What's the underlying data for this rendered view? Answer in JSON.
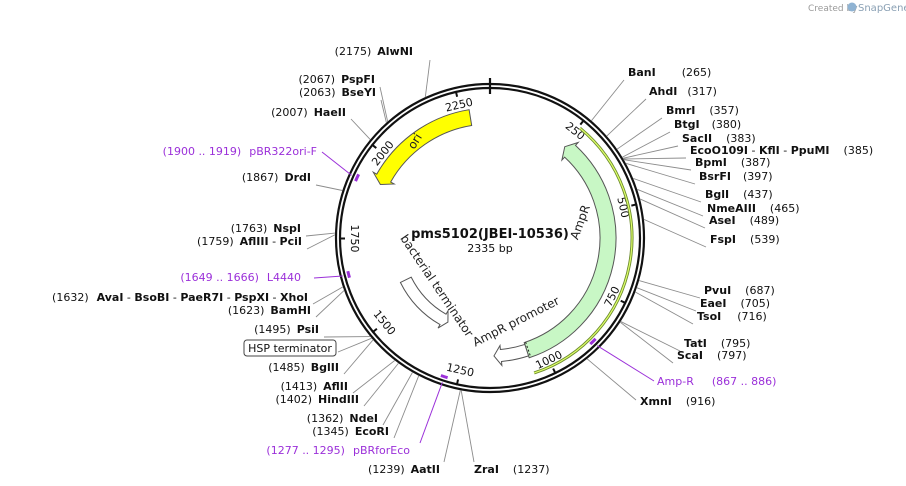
{
  "app": {
    "credit_prefix": "Created by",
    "credit_brand": "SnapGene"
  },
  "plasmid": {
    "name": "pms5102(JBEI-10536)",
    "size_label": "2335 bp",
    "length": 2335
  },
  "ticks": [
    {
      "pos": 250,
      "label": "250"
    },
    {
      "pos": 500,
      "label": "500"
    },
    {
      "pos": 750,
      "label": "750"
    },
    {
      "pos": 1000,
      "label": "1000"
    },
    {
      "pos": 1250,
      "label": "1250"
    },
    {
      "pos": 1500,
      "label": "1500"
    },
    {
      "pos": 1750,
      "label": "1750"
    },
    {
      "pos": 2000,
      "label": "2000"
    },
    {
      "pos": 2250,
      "label": "2250"
    }
  ],
  "features": [
    {
      "name": "ori",
      "label": "ori",
      "color": "#ffff00",
      "stroke": "#555555",
      "start": 1920,
      "end": 2275,
      "direction": "reverse"
    },
    {
      "name": "AmpR",
      "label": "AmpR",
      "color": "#c8f7c5",
      "stroke": "#555555",
      "start": 255,
      "end": 1050,
      "direction": "reverse"
    },
    {
      "name": "AmpR promoter",
      "label": "AmpR promoter",
      "color": "#ffffff",
      "stroke": "#555555",
      "start": 1050,
      "end": 1155,
      "direction": "forward"
    },
    {
      "name": "bacterial terminator",
      "label": "bacterial terminator",
      "color": "#ffffff",
      "stroke": "#555555",
      "start": 1340,
      "end": 1580,
      "direction": "reverse"
    }
  ],
  "labels_right": [
    {
      "site": "BanI",
      "pos": "(265)"
    },
    {
      "site": "AhdI",
      "pos": "(317)"
    },
    {
      "site": "BmrI",
      "pos": "(357)"
    },
    {
      "site": "BtgI",
      "pos": "(380)"
    },
    {
      "site": "SacII",
      "pos": "(383)"
    },
    {
      "site": "EcoO109I",
      "sep": " - ",
      "site2": "KflI",
      "sep2": " - ",
      "site3": "PpuMI",
      "pos": "(385)"
    },
    {
      "site": "BpmI",
      "pos": "(387)"
    },
    {
      "site": "BsrFI",
      "pos": "(397)"
    },
    {
      "site": "BglI",
      "pos": "(437)"
    },
    {
      "site": "NmeAIII",
      "pos": "(465)"
    },
    {
      "site": "AseI",
      "pos": "(489)"
    },
    {
      "site": "FspI",
      "pos": "(539)"
    },
    {
      "site": "PvuI",
      "pos": "(687)"
    },
    {
      "site": "EaeI",
      "pos": "(705)"
    },
    {
      "site": "TsoI",
      "pos": "(716)"
    },
    {
      "site": "TatI",
      "pos": "(795)"
    },
    {
      "site": "ScaI",
      "pos": "(797)"
    },
    {
      "primer": "Amp-R",
      "pos": "(867 .. 886)"
    },
    {
      "site": "XmnI",
      "pos": "(916)"
    },
    {
      "site": "ZraI",
      "pos": "(1237)"
    }
  ],
  "labels_left": [
    {
      "pos": "(2175)",
      "site": "AlwNI"
    },
    {
      "pos": "(2067)",
      "site": "PspFI"
    },
    {
      "pos": "(2063)",
      "site": "BseYI"
    },
    {
      "pos": "(2007)",
      "site": "HaeII"
    },
    {
      "pos": "(1900 .. 1919)",
      "primer": "pBR322ori-F"
    },
    {
      "pos": "(1867)",
      "site": "DrdI"
    },
    {
      "pos": "(1763)",
      "site": "NspI"
    },
    {
      "pos": "(1759)",
      "site": "AflIII",
      "sep": " - ",
      "site2": "PciI"
    },
    {
      "pos": "(1649 .. 1666)",
      "primer": "L4440"
    },
    {
      "pos": "(1632)",
      "site": "AvaI",
      "sep": " - ",
      "site2": "BsoBI",
      "sep2": " - ",
      "site3": "PaeR7I",
      "sep3": " - ",
      "site4": "PspXI",
      "sep4": " - ",
      "site5": "XhoI"
    },
    {
      "pos": "(1623)",
      "site": "BamHI"
    },
    {
      "pos": "(1495)",
      "site": "PsiI"
    },
    {
      "boxed": "HSP terminator"
    },
    {
      "pos": "(1485)",
      "site": "BglII"
    },
    {
      "pos": "(1413)",
      "site": "AflII"
    },
    {
      "pos": "(1402)",
      "site": "HindIII"
    },
    {
      "pos": "(1362)",
      "site": "NdeI"
    },
    {
      "pos": "(1345)",
      "site": "EcoRI"
    },
    {
      "pos": "(1277 .. 1295)",
      "primer": "pBRforEco"
    },
    {
      "pos": "(1239)",
      "site": "AatII"
    }
  ]
}
